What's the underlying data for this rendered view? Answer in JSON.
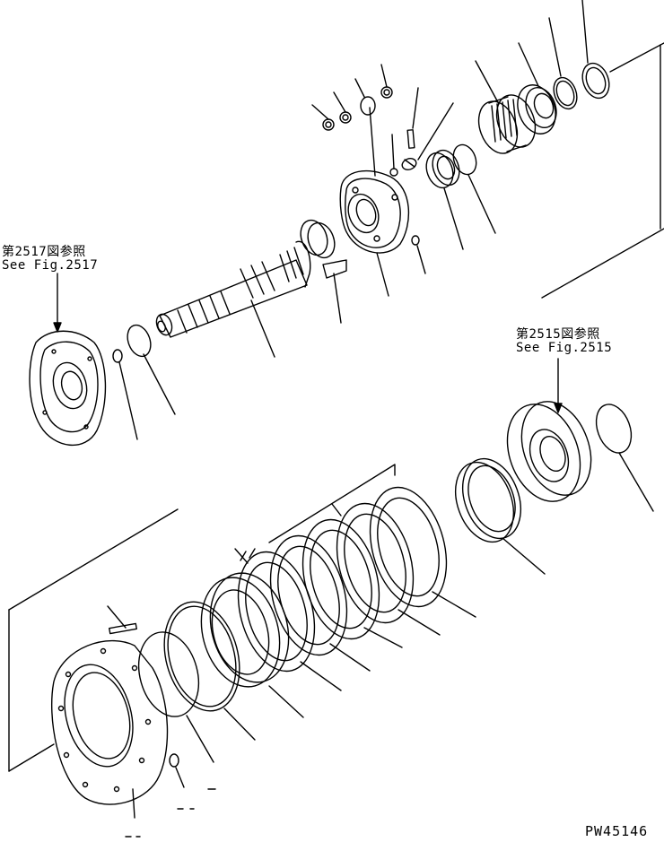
{
  "refs": {
    "fig2517_jp": "第2517図参照",
    "fig2517_en": "See Fig.2517",
    "fig2515_jp": "第2515図参照",
    "fig2515_en": "See Fig.2515"
  },
  "drawing_code": "PW45146",
  "colors": {
    "ink": "#000000",
    "paper": "#ffffff"
  }
}
